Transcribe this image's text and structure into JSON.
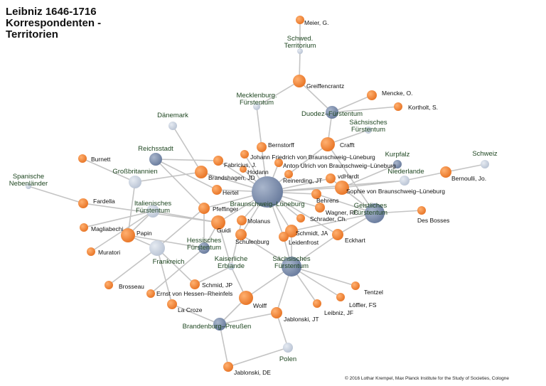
{
  "title": "Leibniz 1646-1716\nKorrespondenten -\nTerritorien",
  "credit": "© 2016 Lothar Krempel, Max Planck Institute for the Study of Societies, Cologne",
  "colors": {
    "person": "#f08a30",
    "territory_dark": "#7d8eab",
    "territory_light": "#c7cfdd",
    "edge": "#c4c4c4",
    "territory_label": "#1e4620"
  },
  "nodes": [
    {
      "id": "meier",
      "label": "Meier, G.",
      "type": "person"
    },
    {
      "id": "schwed",
      "label": "Schwed.\nTerritorium",
      "type": "light"
    },
    {
      "id": "greiff",
      "label": "Greiffencrantz",
      "type": "person"
    },
    {
      "id": "meck",
      "label": "Mecklenburg.\nFürstentum",
      "type": "light"
    },
    {
      "id": "duodez",
      "label": "Duodez–Fürstentum",
      "type": "dark"
    },
    {
      "id": "mencke",
      "label": "Mencke, O.",
      "type": "person"
    },
    {
      "id": "kortholt",
      "label": "Kortholt, S.",
      "type": "person"
    },
    {
      "id": "saechs2",
      "label": "Sächsisches\nFürstentum",
      "type": "light"
    },
    {
      "id": "daen",
      "label": "Dänemark",
      "type": "light"
    },
    {
      "id": "crafft",
      "label": "Crafft",
      "type": "person"
    },
    {
      "id": "bernstorff",
      "label": "Bernstorff",
      "type": "person"
    },
    {
      "id": "johannf",
      "label": "Johann Friedrich von Braunschweig–Lüneburg",
      "type": "person"
    },
    {
      "id": "reichs",
      "label": "Reichsstadt",
      "type": "dark"
    },
    {
      "id": "fabricius",
      "label": "Fabricius, J.",
      "type": "person"
    },
    {
      "id": "antonu",
      "label": "Anton Ulrich von Braunschweig–Lüneburg",
      "type": "person"
    },
    {
      "id": "hodann",
      "label": "Hodann",
      "type": "person"
    },
    {
      "id": "burnett",
      "label": "Burnett",
      "type": "person"
    },
    {
      "id": "gb",
      "label": "Großbritannien",
      "type": "light"
    },
    {
      "id": "brandsh",
      "label": "Brandshagen, JD",
      "type": "person"
    },
    {
      "id": "kurpfalz",
      "label": "Kurpfalz",
      "type": "dark"
    },
    {
      "id": "schweiz",
      "label": "Schweiz",
      "type": "light"
    },
    {
      "id": "reinerding",
      "label": "Reinerding, JT",
      "type": "person"
    },
    {
      "id": "vdhardt",
      "label": "vdHardt",
      "type": "person"
    },
    {
      "id": "niederl",
      "label": "Niederlande",
      "type": "light"
    },
    {
      "id": "bernoulli",
      "label": "Bernoulli, Jo.",
      "type": "person"
    },
    {
      "id": "spanisch",
      "label": "Spanische\nNebenländer",
      "type": "light"
    },
    {
      "id": "bl",
      "label": "Braunschweig–Lüneburg",
      "type": "dark"
    },
    {
      "id": "sophie",
      "label": "Sophie von Braunschweig–Lüneburg",
      "type": "person"
    },
    {
      "id": "hertel",
      "label": "Hertel",
      "type": "person"
    },
    {
      "id": "behrens",
      "label": "Behrens",
      "type": "person"
    },
    {
      "id": "fardella",
      "label": "Fardella",
      "type": "person"
    },
    {
      "id": "ital",
      "label": "Italienisches\nFürstentum",
      "type": "light"
    },
    {
      "id": "pfeffinger",
      "label": "Pfeffinger",
      "type": "person"
    },
    {
      "id": "wagner",
      "label": "Wagner, RC",
      "type": "person"
    },
    {
      "id": "geist",
      "label": "Geistliches\nFürstentum",
      "type": "dark"
    },
    {
      "id": "desbosses",
      "label": "Des Bosses",
      "type": "person"
    },
    {
      "id": "guidi",
      "label": "Guidi",
      "type": "person"
    },
    {
      "id": "molanus",
      "label": "Molanus",
      "type": "person"
    },
    {
      "id": "schrader",
      "label": "Schrader, Ch.",
      "type": "person"
    },
    {
      "id": "magliabechi",
      "label": "Magliabechi",
      "type": "person"
    },
    {
      "id": "papin",
      "label": "Papin",
      "type": "person"
    },
    {
      "id": "schulenburg",
      "label": "Schulenburg",
      "type": "person"
    },
    {
      "id": "schmidtja",
      "label": "Schmidt, JA",
      "type": "person"
    },
    {
      "id": "eckhart",
      "label": "Eckhart",
      "type": "person"
    },
    {
      "id": "leidenfrost",
      "label": "Leidenfrost",
      "type": "person"
    },
    {
      "id": "muratori",
      "label": "Muratori",
      "type": "person"
    },
    {
      "id": "frank",
      "label": "Frankreich",
      "type": "light"
    },
    {
      "id": "hess",
      "label": "Hessisches\nFürstentum",
      "type": "dark"
    },
    {
      "id": "kaiser",
      "label": "Kaiserliche\nErblande",
      "type": "light"
    },
    {
      "id": "saechs",
      "label": "Sächsisches\nFürstentum",
      "type": "dark"
    },
    {
      "id": "brosseau",
      "label": "Brosseau",
      "type": "person"
    },
    {
      "id": "schmidjp",
      "label": "Schmid, JP",
      "type": "person"
    },
    {
      "id": "tentzel",
      "label": "Tentzel",
      "type": "person"
    },
    {
      "id": "ernst",
      "label": "Ernst von Hessen–Rheinfels",
      "type": "person"
    },
    {
      "id": "wolff",
      "label": "Wolff",
      "type": "person"
    },
    {
      "id": "loeffler",
      "label": "Löffler, FS",
      "type": "person"
    },
    {
      "id": "lacroze",
      "label": "La Croze",
      "type": "person"
    },
    {
      "id": "leibnizjf",
      "label": "Leibniz, JF",
      "type": "person"
    },
    {
      "id": "jablonskijt",
      "label": "Jablonski, JT",
      "type": "person"
    },
    {
      "id": "brand",
      "label": "Brandenburg–Preußen",
      "type": "dark"
    },
    {
      "id": "polen",
      "label": "Polen",
      "type": "light"
    },
    {
      "id": "jablonskide",
      "label": "Jablonski, DE",
      "type": "person"
    }
  ],
  "edges": [
    [
      "meier",
      "schwed"
    ],
    [
      "schwed",
      "greiff"
    ],
    [
      "greiff",
      "meck"
    ],
    [
      "greiff",
      "duodez"
    ],
    [
      "meck",
      "bernstorff"
    ],
    [
      "mencke",
      "duodez"
    ],
    [
      "kortholt",
      "duodez"
    ],
    [
      "duodez",
      "crafft"
    ],
    [
      "crafft",
      "saechs2"
    ],
    [
      "crafft",
      "reinerding"
    ],
    [
      "crafft",
      "geist"
    ],
    [
      "daen",
      "brandsh"
    ],
    [
      "reichs",
      "fabricius"
    ],
    [
      "reichs",
      "hertel"
    ],
    [
      "reichs",
      "pfeffinger"
    ],
    [
      "burnett",
      "gb"
    ],
    [
      "gb",
      "brandsh"
    ],
    [
      "gb",
      "papin"
    ],
    [
      "spanisch",
      "fardella"
    ],
    [
      "fardella",
      "guidi"
    ],
    [
      "ital",
      "magliabechi"
    ],
    [
      "ital",
      "muratori"
    ],
    [
      "ital",
      "guidi"
    ],
    [
      "ital",
      "papin"
    ],
    [
      "kurpfalz",
      "sophie"
    ],
    [
      "schweiz",
      "bernoulli"
    ],
    [
      "bernoulli",
      "niederl"
    ],
    [
      "niederl",
      "sophie"
    ],
    [
      "niederl",
      "bl"
    ],
    [
      "bl",
      "bernstorff"
    ],
    [
      "bl",
      "johannf"
    ],
    [
      "bl",
      "fabricius"
    ],
    [
      "bl",
      "hodann"
    ],
    [
      "bl",
      "antonu"
    ],
    [
      "bl",
      "brandsh"
    ],
    [
      "bl",
      "hertel"
    ],
    [
      "bl",
      "reinerding"
    ],
    [
      "bl",
      "vdhardt"
    ],
    [
      "bl",
      "sophie"
    ],
    [
      "bl",
      "behrens"
    ],
    [
      "bl",
      "wagner"
    ],
    [
      "bl",
      "pfeffinger"
    ],
    [
      "bl",
      "guidi"
    ],
    [
      "bl",
      "molanus"
    ],
    [
      "bl",
      "schulenburg"
    ],
    [
      "bl",
      "schrader"
    ],
    [
      "bl",
      "schmidtja"
    ],
    [
      "bl",
      "leidenfrost"
    ],
    [
      "bl",
      "eckhart"
    ],
    [
      "geist",
      "desbosses"
    ],
    [
      "geist",
      "behrens"
    ],
    [
      "geist",
      "sophie"
    ],
    [
      "geist",
      "vdhardt"
    ],
    [
      "geist",
      "schmidtja"
    ],
    [
      "geist",
      "eckhart"
    ],
    [
      "saechs",
      "schmidtja"
    ],
    [
      "saechs",
      "eckhart"
    ],
    [
      "saechs",
      "leidenfrost"
    ],
    [
      "saechs",
      "schulenburg"
    ],
    [
      "saechs",
      "tentzel"
    ],
    [
      "saechs",
      "loeffler"
    ],
    [
      "saechs",
      "leibnizjf"
    ],
    [
      "saechs",
      "jablonskijt"
    ],
    [
      "saechs",
      "wolff"
    ],
    [
      "frank",
      "papin"
    ],
    [
      "frank",
      "brosseau"
    ],
    [
      "frank",
      "schmidjp"
    ],
    [
      "frank",
      "lacroze"
    ],
    [
      "frank",
      "pfeffinger"
    ],
    [
      "hess",
      "guidi"
    ],
    [
      "hess",
      "papin"
    ],
    [
      "hess",
      "ernst"
    ],
    [
      "hess",
      "pfeffinger"
    ],
    [
      "kaiser",
      "guidi"
    ],
    [
      "kaiser",
      "wolff"
    ],
    [
      "kaiser",
      "schmidjp"
    ],
    [
      "kaiser",
      "molanus"
    ],
    [
      "brand",
      "wolff"
    ],
    [
      "brand",
      "jablonskijt"
    ],
    [
      "brand",
      "jablonskide"
    ],
    [
      "brand",
      "lacroze"
    ],
    [
      "polen",
      "jablonskijt"
    ],
    [
      "polen",
      "jablonskide"
    ]
  ]
}
